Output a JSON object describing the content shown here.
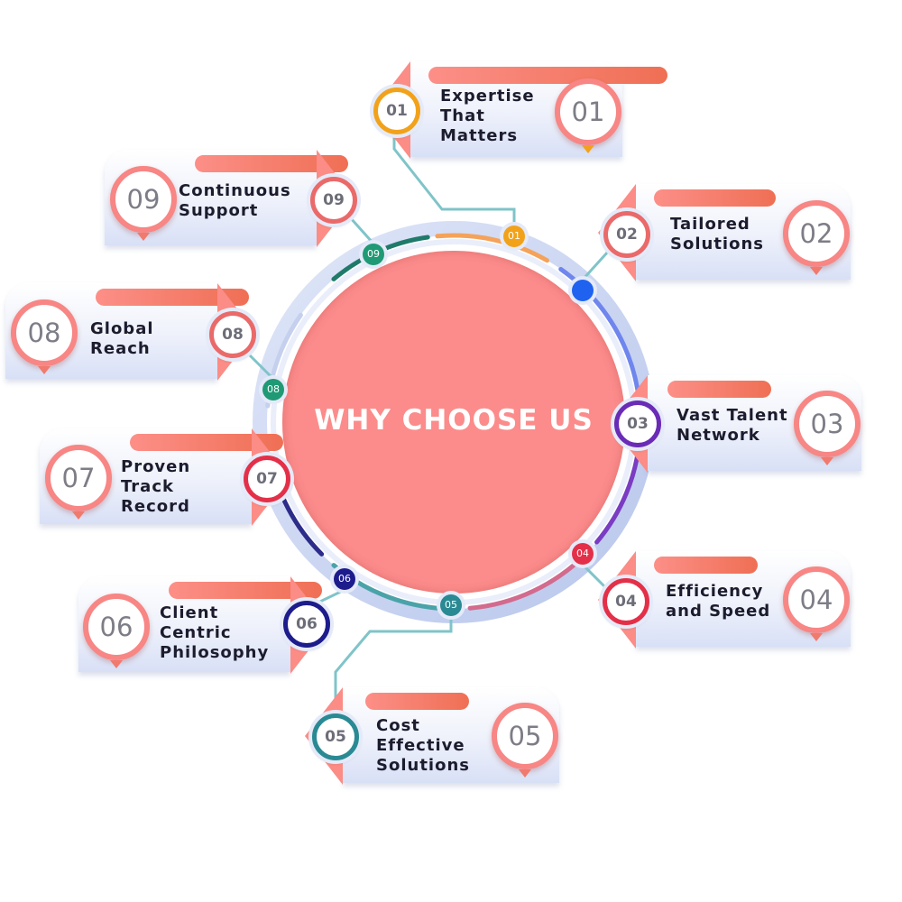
{
  "center": {
    "title": "WHY CHOOSE US",
    "color": "#fb8c8b"
  },
  "colors": {
    "accent": "#fb8c86",
    "ring": "#c9d6f2"
  },
  "items": [
    {
      "num": "01",
      "lines": [
        "Expertise",
        "That",
        "Matters"
      ],
      "side": "right",
      "dot_color": "#f2a21a"
    },
    {
      "num": "02",
      "lines": [
        "Tailored",
        "Solutions"
      ],
      "side": "right",
      "dot_color": "#1f62f0"
    },
    {
      "num": "03",
      "lines": [
        "Vast Talent",
        "Network"
      ],
      "side": "right",
      "dot_color": "#6a2bb6"
    },
    {
      "num": "04",
      "lines": [
        "Efficiency",
        "and Speed"
      ],
      "side": "right",
      "dot_color": "#e33048"
    },
    {
      "num": "05",
      "lines": [
        "Cost",
        "Effective",
        "Solutions"
      ],
      "side": "right",
      "dot_color": "#2a8a94"
    },
    {
      "num": "06",
      "lines": [
        "Client",
        "Centric",
        "Philosophy"
      ],
      "side": "left",
      "dot_color": "#1d1c8c"
    },
    {
      "num": "07",
      "lines": [
        "Proven",
        "Track",
        "Record"
      ],
      "side": "left",
      "dot_color": "#1f9a75"
    },
    {
      "num": "08",
      "lines": [
        "Global",
        "Reach"
      ],
      "side": "left",
      "dot_color": "#1f9a75"
    },
    {
      "num": "09",
      "lines": [
        "Continuous",
        "Support"
      ],
      "side": "left",
      "dot_color": "#1f9a75"
    }
  ]
}
